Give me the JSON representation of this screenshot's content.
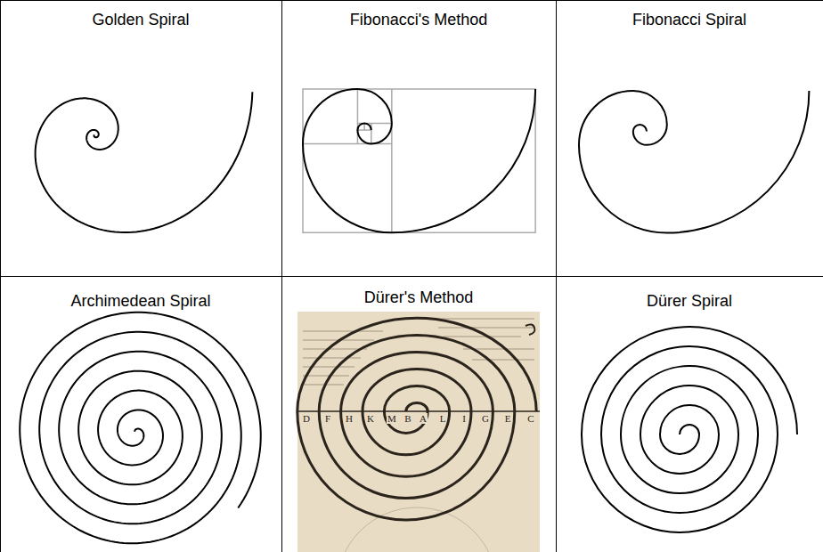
{
  "diagram": {
    "nodes": [
      {
        "text": [
          "Golden Spiral"
        ]
      },
      {
        "text": [
          "Fibonacci's Method"
        ]
      },
      {
        "text": [
          "Fibonacci Spiral"
        ]
      },
      {
        "text": [
          "Archimedean Spiral"
        ]
      },
      {
        "text": [
          "Dürer's Method"
        ]
      },
      {
        "text": [
          "Dürer Spiral"
        ]
      }
    ],
    "labels": [
      "D",
      "F",
      "H",
      "K",
      "M",
      "B",
      "A",
      "L",
      "I",
      "G",
      "E",
      "C"
    ]
  }
}
